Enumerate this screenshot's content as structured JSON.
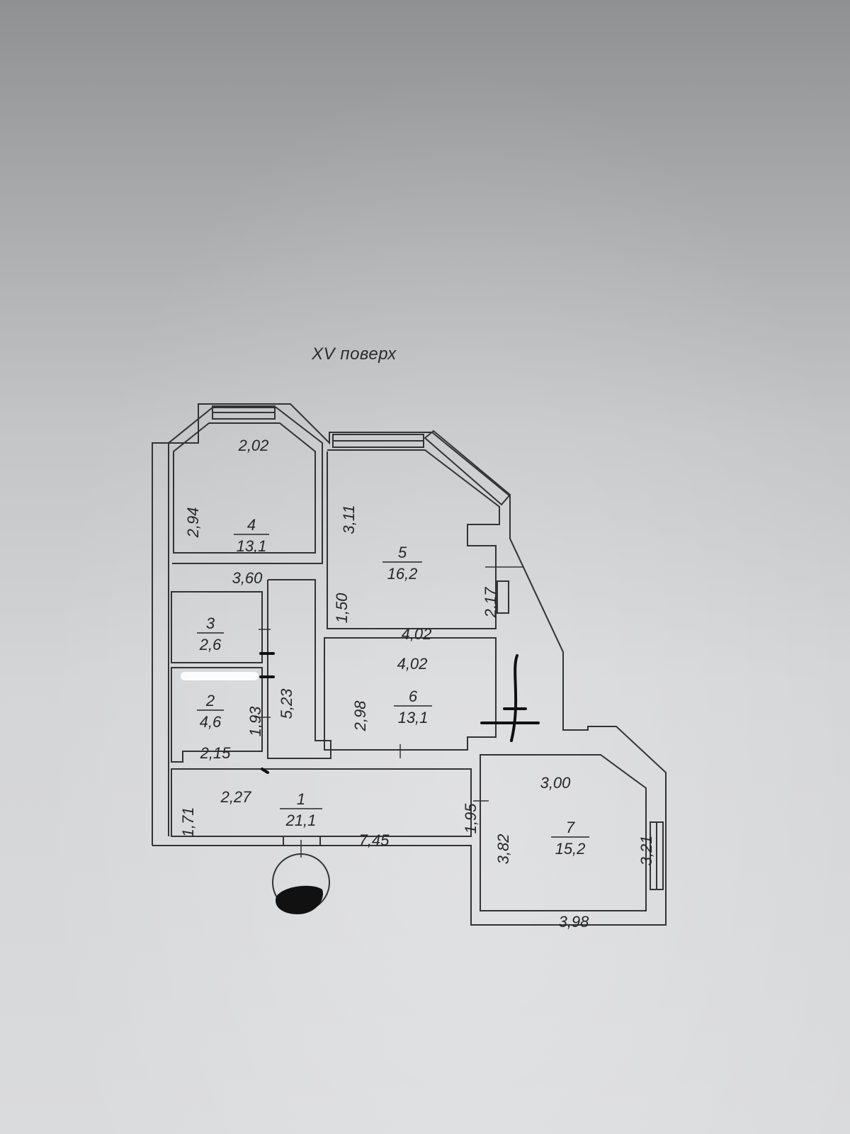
{
  "floor_title": "XV поверх",
  "rooms": [
    {
      "id": "4",
      "area": "13,1"
    },
    {
      "id": "5",
      "area": "16,2"
    },
    {
      "id": "3",
      "area": "2,6"
    },
    {
      "id": "2",
      "area": "4,6"
    },
    {
      "id": "6",
      "area": "13,1"
    },
    {
      "id": "1",
      "area": "21,1"
    },
    {
      "id": "7",
      "area": "15,2"
    }
  ],
  "dimensions": {
    "r4_top": "2,02",
    "r4_left": "2,94",
    "r4_bottom": "3,60",
    "r5_left": "3,11",
    "r5_bottom": "4,02",
    "r5_right": "2,17",
    "corr_150": "1,50",
    "r3_left": "5,23",
    "r2_left": "1,93",
    "r2_bottom": "2,15",
    "r6_top": "4,02",
    "r6_left": "2,98",
    "r1_top": "2,27",
    "r1_left": "1,71",
    "r1_bottom": "7,45",
    "r1_right": "1,95",
    "r7_top": "3,00",
    "r7_left": "3,82",
    "r7_right": "3,21",
    "r7_bottom": "3,98"
  },
  "colors": {
    "wall": "#3a3a3a",
    "line": "#2a2a2a",
    "ink": "#111111"
  }
}
